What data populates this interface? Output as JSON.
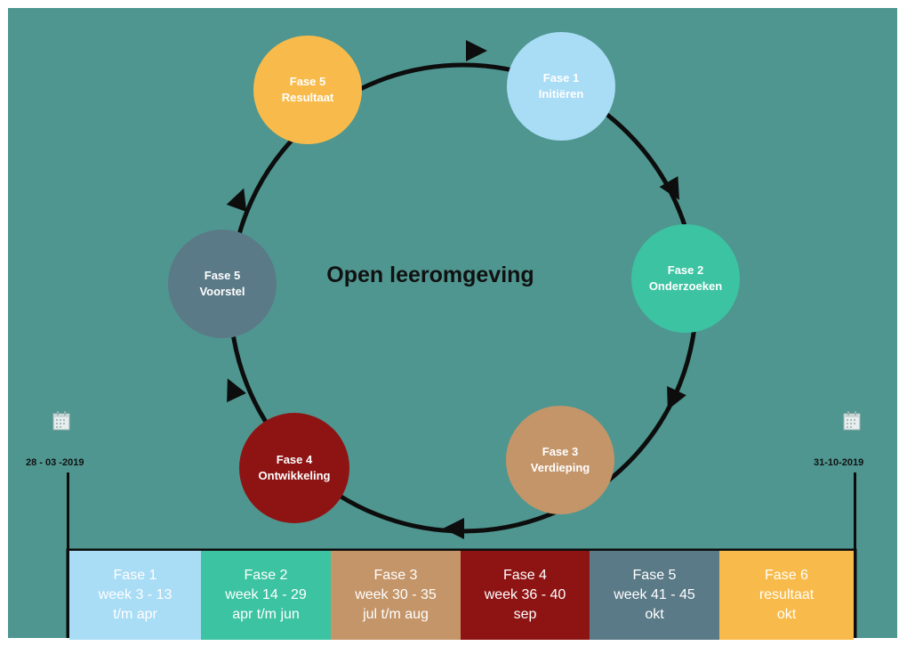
{
  "diagram": {
    "title": "Open leeromgeving",
    "phases": [
      {
        "id": "fase1",
        "line1": "Fase 1",
        "line2": "Initiëren",
        "color": "#a9dcf5"
      },
      {
        "id": "fase2",
        "line1": "Fase 2",
        "line2": "Onderzoeken",
        "color": "#3cc3a2"
      },
      {
        "id": "fase3",
        "line1": "Fase 3",
        "line2": "Verdieping",
        "color": "#c49569"
      },
      {
        "id": "fase4",
        "line1": "Fase 4",
        "line2": "Ontwikkeling",
        "color": "#8e1414"
      },
      {
        "id": "fase5a",
        "line1": "Fase 5",
        "line2": "Voorstel",
        "color": "#5b7a87"
      },
      {
        "id": "fase5b",
        "line1": "Fase 5",
        "line2": "Resultaat",
        "color": "#f8bb4b"
      }
    ]
  },
  "timeline": {
    "start_date": "28 - 03 -2019",
    "end_date": "31-10-2019",
    "start_icon": "calendar-icon",
    "end_icon": "calendar-icon",
    "segments": [
      {
        "line1": "Fase 1",
        "line2": "week 3 - 13",
        "line3": "t/m apr",
        "color": "#a9dcf5"
      },
      {
        "line1": "Fase 2",
        "line2": "week 14 - 29",
        "line3": "apr t/m jun",
        "color": "#3cc3a2"
      },
      {
        "line1": "Fase 3",
        "line2": "week 30 - 35",
        "line3": "jul t/m aug",
        "color": "#c49569"
      },
      {
        "line1": "Fase 4",
        "line2": "week 36 - 40",
        "line3": "sep",
        "color": "#8e1414"
      },
      {
        "line1": "Fase 5",
        "line2": "week 41 - 45",
        "line3": "okt",
        "color": "#5b7a87"
      },
      {
        "line1": "Fase 6",
        "line2": "resultaat",
        "line3": "okt",
        "color": "#f8bb4b"
      }
    ]
  }
}
